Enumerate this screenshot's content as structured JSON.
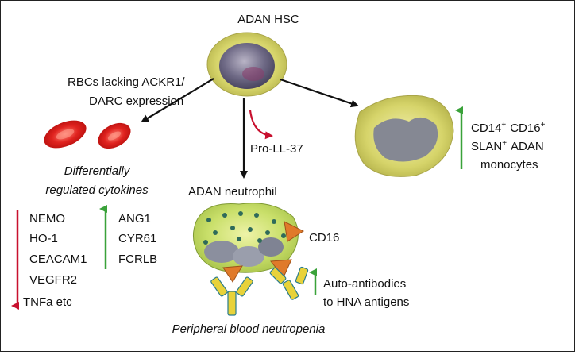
{
  "title": "ADAN HSC",
  "rbc": {
    "label_line1": "RBCs lacking ACKR1/",
    "label_line2": "DARC expression"
  },
  "cytokines": {
    "heading_line1": "Differentially",
    "heading_line2": "regulated cytokines",
    "down": [
      "NEMO",
      "HO-1",
      "CEACAM1",
      "VEGFR2",
      "TNFa etc"
    ],
    "up": [
      "ANG1",
      "CYR61",
      "FCRLB"
    ]
  },
  "pro_ll37": "Pro-LL-37",
  "neutrophil_label": "ADAN neutrophil",
  "cd16": "CD16",
  "autoantibodies": {
    "line1": "Auto-antibodies",
    "line2": "to HNA antigens"
  },
  "monocytes": {
    "cd14": "CD14",
    "cd16": "CD16",
    "plus": "+",
    "slan": "SLAN",
    "adan": "ADAN",
    "line3": "monocytes"
  },
  "footer": "Peripheral blood neutropenia",
  "colors": {
    "up_arrow": "#3aa23a",
    "down_arrow": "#c8102e",
    "black_arrow": "#111111",
    "cell_yellow": "#d8d96a",
    "rbc_red": "#e0231f",
    "antibody_yellow": "#e8d23a",
    "antigen_orange": "#e07a2a"
  }
}
